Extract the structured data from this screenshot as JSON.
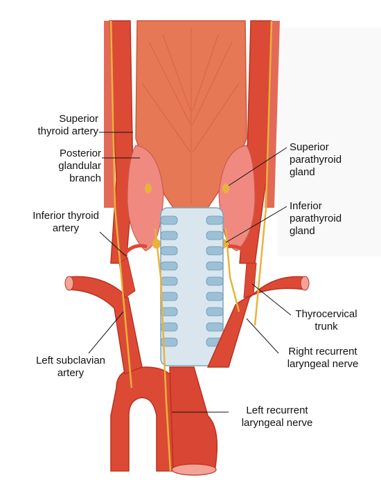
{
  "labels": {
    "superior_thyroid_artery": [
      "Superior",
      "thyroid artery"
    ],
    "posterior_glandular_branch": [
      "Posterior",
      "glandular",
      "branch"
    ],
    "inferior_thyroid_artery": [
      "Inferior thyroid",
      "artery"
    ],
    "left_subclavian_artery": [
      "Left subclavian",
      "artery"
    ],
    "superior_parathyroid_gland": [
      "Superior",
      "parathyroid",
      "gland"
    ],
    "inferior_parathyroid_gland": [
      "Inferior",
      "parathyroid",
      "gland"
    ],
    "thyrocervical_trunk": [
      "Thyrocervical",
      "trunk"
    ],
    "right_recurrent_laryngeal_nerve": [
      "Right recurrent",
      "laryngeal nerve"
    ],
    "left_recurrent_laryngeal_nerve": [
      "Left recurrent",
      "laryngeal nerve"
    ]
  },
  "colors": {
    "artery": "#dc4a35",
    "artery_dark": "#b8321f",
    "muscle": "#e67855",
    "gland": "#f08a80",
    "nerve": "#e8b33a",
    "trachea_ring": "#9cc0d6",
    "trachea_inner": "#d9e6ee"
  }
}
